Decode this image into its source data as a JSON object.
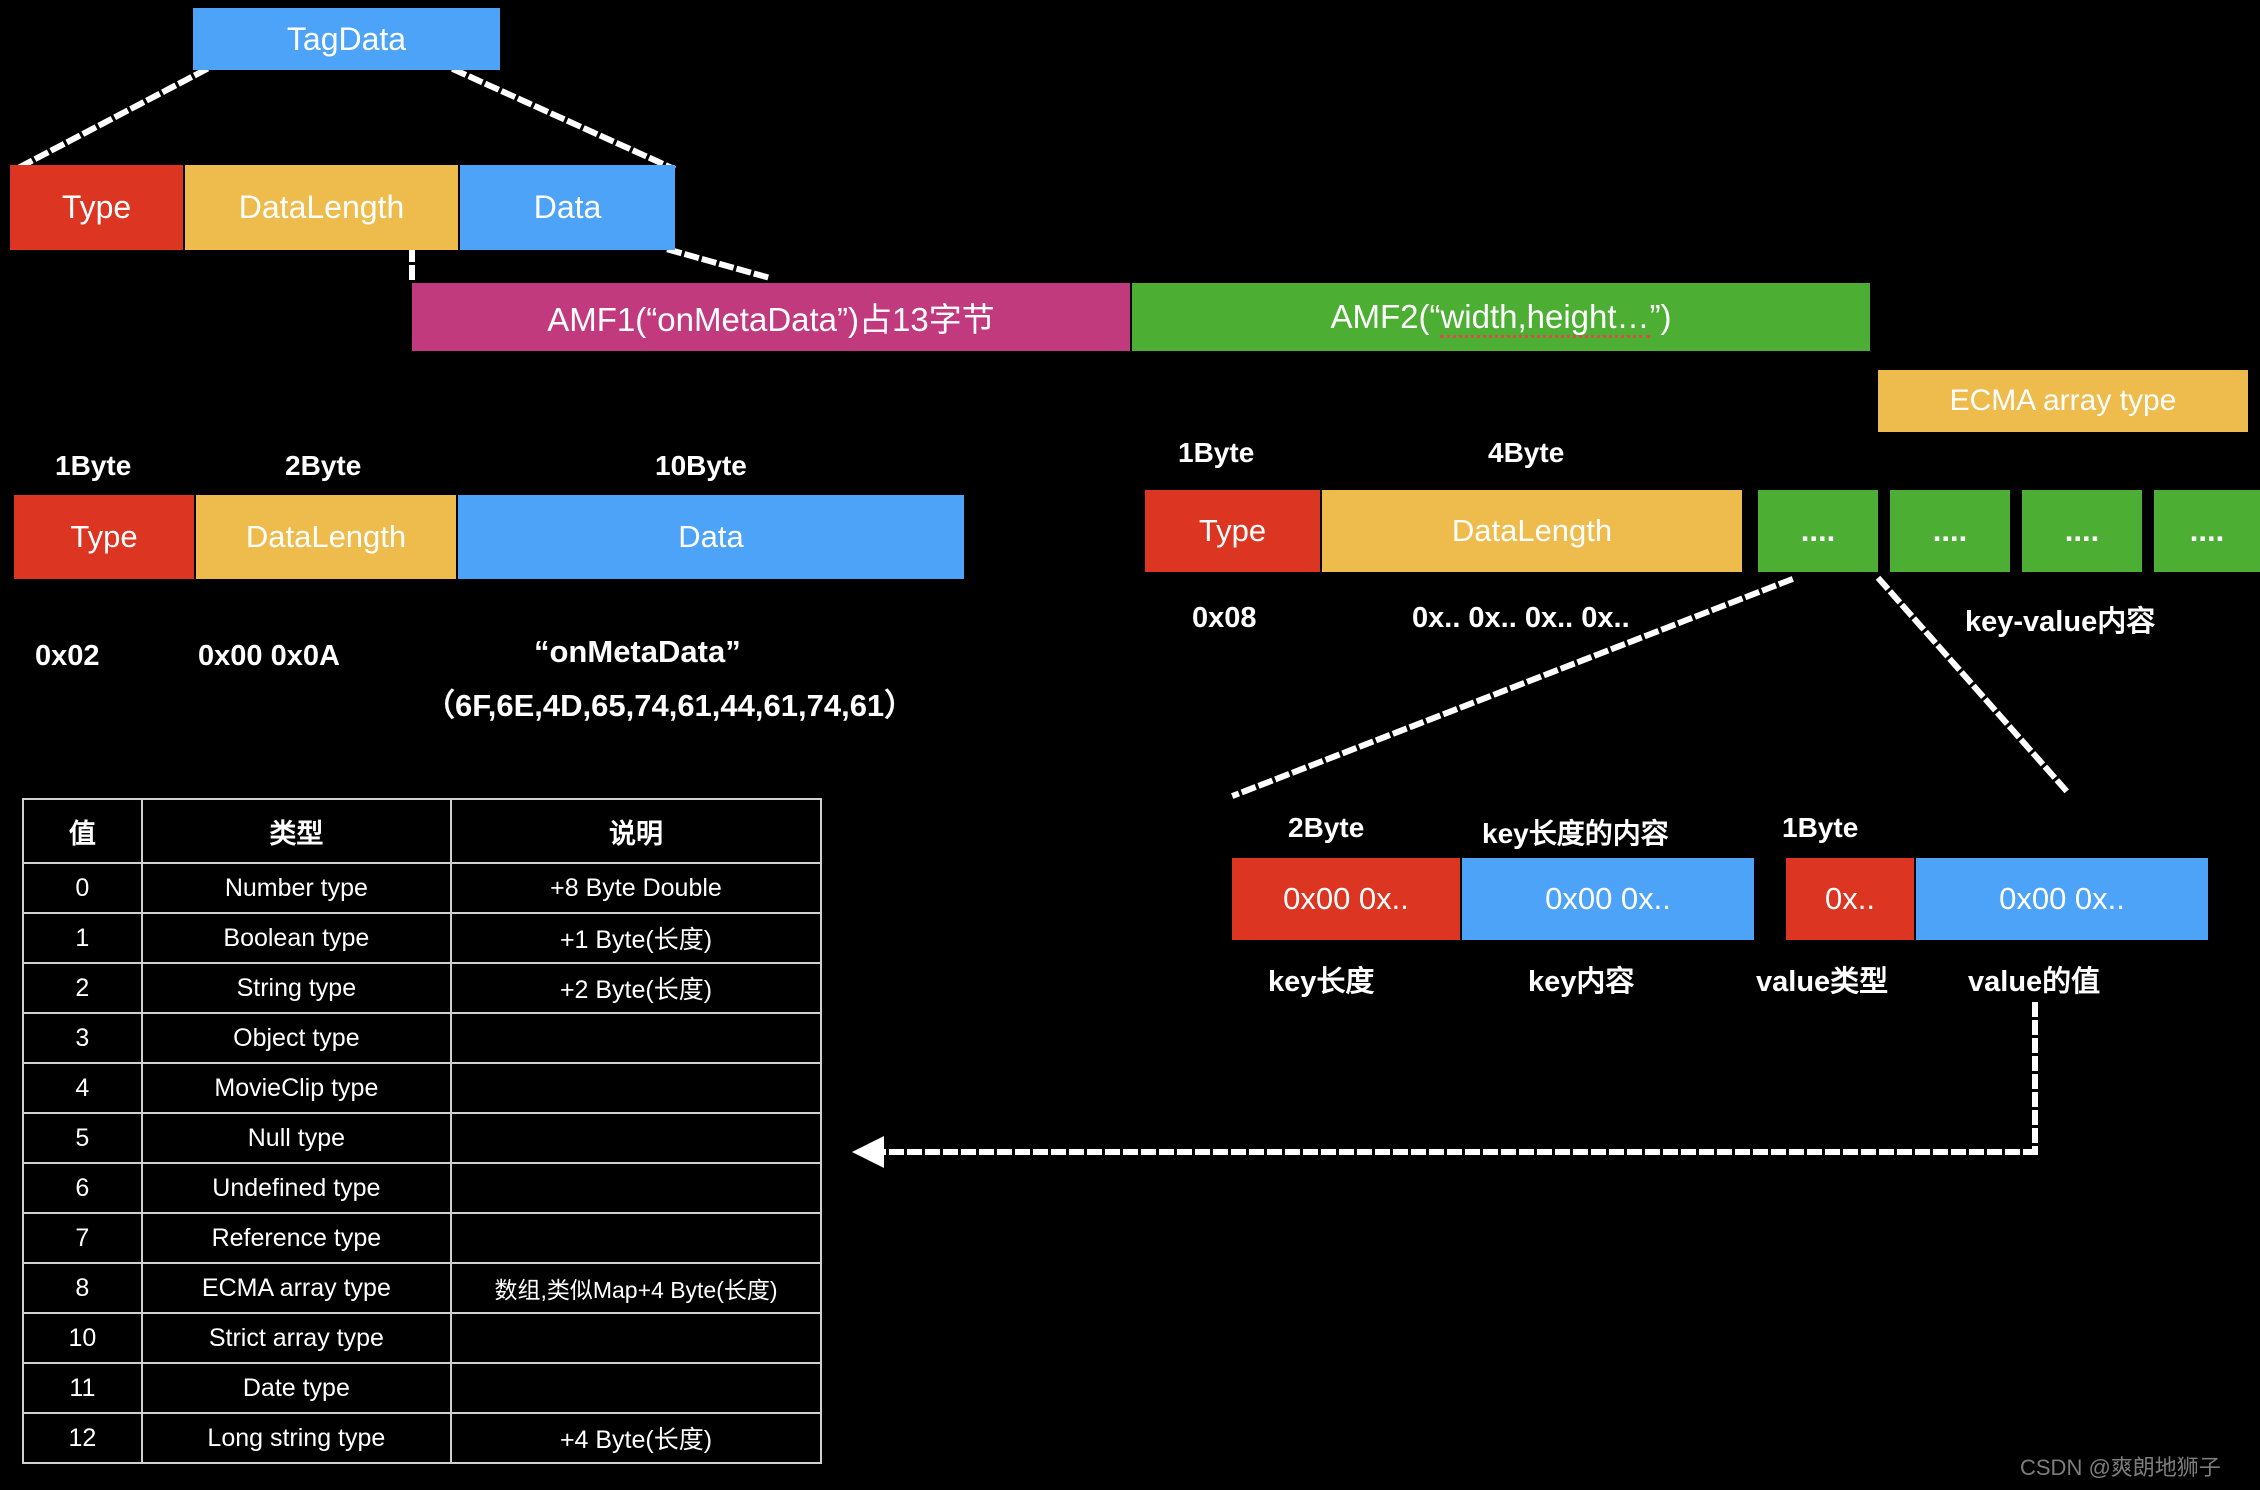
{
  "title": "FLV TagData AMF structure",
  "top": {
    "tagdata": "TagData",
    "row": [
      {
        "label": "Type",
        "color": "#dc3522"
      },
      {
        "label": "DataLength",
        "color": "#eebb4d"
      },
      {
        "label": "Data",
        "color": "#4da3f7"
      }
    ]
  },
  "amf": {
    "amf1": "AMF1(“onMetaData”)占13字节",
    "amf2_prefix": "AMF2(“",
    "amf2_underlined": "width,height…",
    "amf2_suffix": "”)",
    "amf2_full": "AMF2(“width,height…”)",
    "ecma_badge": "ECMA array type"
  },
  "left_detail": {
    "size_labels": [
      "1Byte",
      "2Byte",
      "10Byte"
    ],
    "cells": [
      {
        "label": "Type",
        "color": "#dc3522"
      },
      {
        "label": "DataLength",
        "color": "#eebb4d"
      },
      {
        "label": "Data",
        "color": "#4da3f7"
      }
    ],
    "hex_labels": [
      "0x02",
      "0x00 0x0A"
    ],
    "data_name": "“onMetaData”",
    "data_hex": "（6F,6E,4D,65,74,61,44,61,74,61）"
  },
  "right_detail": {
    "size_labels": [
      "1Byte",
      "4Byte"
    ],
    "cells": [
      {
        "label": "Type",
        "color": "#dc3522"
      },
      {
        "label": "DataLength",
        "color": "#eebb4d"
      },
      {
        "label": "....",
        "color": "#4caf33"
      },
      {
        "label": "....",
        "color": "#4caf33"
      },
      {
        "label": "....",
        "color": "#4caf33"
      },
      {
        "label": "....",
        "color": "#4caf33"
      }
    ],
    "hex_type": "0x08",
    "hex_length": "0x.. 0x.. 0x.. 0x..",
    "kv_note": "key-value内容"
  },
  "kv_detail": {
    "top_labels": [
      "2Byte",
      "key长度的内容",
      "1Byte"
    ],
    "cells": [
      {
        "label": "0x00 0x..",
        "color": "#dc3522"
      },
      {
        "label": "0x00 0x..",
        "color": "#4da3f7"
      },
      {
        "label": "0x..",
        "color": "#dc3522"
      },
      {
        "label": "0x00 0x..",
        "color": "#4da3f7"
      }
    ],
    "bottom_labels": [
      "key长度",
      "key内容",
      "value类型",
      "value的值"
    ]
  },
  "table": {
    "headers": [
      "值",
      "类型",
      "说明"
    ],
    "rows": [
      [
        "0",
        "Number type",
        "+8 Byte Double"
      ],
      [
        "1",
        "Boolean type",
        "+1 Byte(长度)"
      ],
      [
        "2",
        "String type",
        "+2 Byte(长度)"
      ],
      [
        "3",
        "Object type",
        ""
      ],
      [
        "4",
        "MovieClip type",
        ""
      ],
      [
        "5",
        "Null type",
        ""
      ],
      [
        "6",
        "Undefined type",
        ""
      ],
      [
        "7",
        "Reference type",
        ""
      ],
      [
        "8",
        "ECMA array type",
        "数组,类似Map+4 Byte(长度)"
      ],
      [
        "10",
        "Strict array type",
        ""
      ],
      [
        "11",
        "Date type",
        ""
      ],
      [
        "12",
        "Long string type",
        "+4 Byte(长度)"
      ]
    ]
  },
  "watermark": "CSDN @爽朗地狮子",
  "colors": {
    "background": "#000000",
    "red": "#dc3522",
    "yellow": "#eebb4d",
    "blue": "#4da3f7",
    "green": "#4caf33",
    "pink": "#c23a7e",
    "table_border": "#cfcfcf",
    "underline_red": "#e04a4a",
    "watermark": "#7d7d7d"
  }
}
